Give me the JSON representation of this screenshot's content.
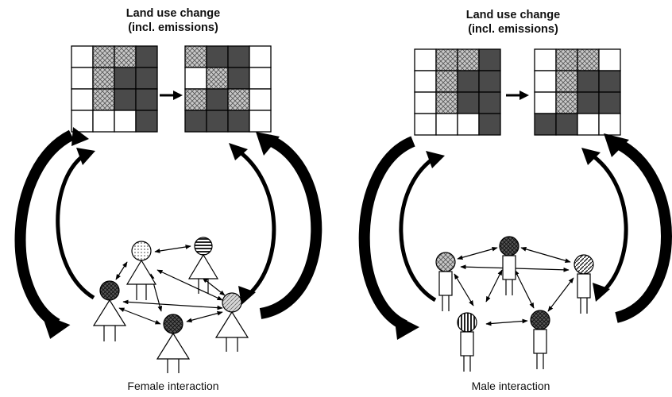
{
  "panels": [
    {
      "title_line1": "Land use change",
      "title_line2": "(incl. emissions)",
      "caption": "Female interaction"
    },
    {
      "title_line1": "Land use change",
      "title_line2": "(incl. emissions)",
      "caption": "Male interaction"
    }
  ],
  "colors": {
    "cell_dark": "#4a4a4a",
    "cell_light": "#ffffff",
    "cell_hatch": "#bdbdbd",
    "stroke": "#000000"
  },
  "grids": {
    "left_before": [
      [
        "white",
        "cross",
        "cross",
        "dark"
      ],
      [
        "white",
        "cross",
        "dark",
        "dark"
      ],
      [
        "white",
        "cross",
        "dark",
        "dark"
      ],
      [
        "white",
        "white",
        "white",
        "dark"
      ]
    ],
    "left_after": [
      [
        "cross",
        "dark",
        "dark",
        "white"
      ],
      [
        "white",
        "cross",
        "dark",
        "white"
      ],
      [
        "cross",
        "dark",
        "cross",
        "white"
      ],
      [
        "dark",
        "dark",
        "dark",
        "white"
      ]
    ],
    "right_before": [
      [
        "white",
        "cross",
        "cross",
        "dark"
      ],
      [
        "white",
        "cross",
        "dark",
        "dark"
      ],
      [
        "white",
        "cross",
        "dark",
        "dark"
      ],
      [
        "white",
        "white",
        "white",
        "dark"
      ]
    ],
    "right_after": [
      [
        "white",
        "cross",
        "cross",
        "white"
      ],
      [
        "white",
        "cross",
        "dark",
        "dark"
      ],
      [
        "white",
        "cross",
        "dark",
        "dark"
      ],
      [
        "dark",
        "dark",
        "white",
        "white"
      ]
    ]
  }
}
